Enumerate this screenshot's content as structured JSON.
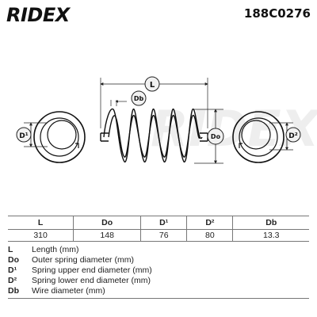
{
  "header": {
    "brand": "RIDEX",
    "part_number": "188C0276"
  },
  "diagram": {
    "labels": {
      "length": "L",
      "wire": "Db",
      "outer": "Do",
      "upper": "D¹",
      "lower": "D²"
    }
  },
  "table": {
    "columns": [
      "L",
      "Do",
      "D¹",
      "D²",
      "Db"
    ],
    "values": [
      "310",
      "148",
      "76",
      "80",
      "13.3"
    ]
  },
  "legend": [
    {
      "key": "L",
      "text": "Length (mm)"
    },
    {
      "key": "Do",
      "text": "Outer spring diameter (mm)"
    },
    {
      "key": "D¹",
      "text": "Spring upper end diameter (mm)"
    },
    {
      "key": "D²",
      "text": "Spring lower end diameter (mm)"
    },
    {
      "key": "Db",
      "text": "Wire diameter (mm)"
    }
  ]
}
